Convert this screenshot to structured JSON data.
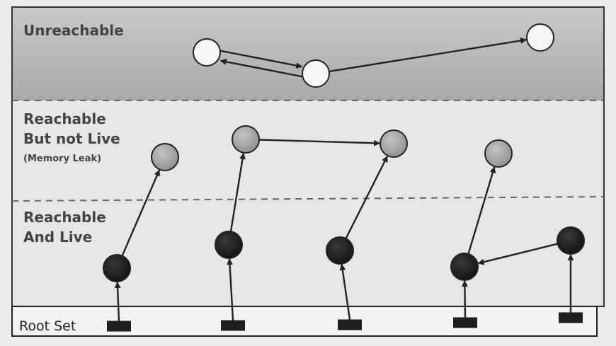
{
  "zones": {
    "unreachable": {
      "label": "Unreachable"
    },
    "reachable_not_live": {
      "line1": "Reachable",
      "line2": "But not Live",
      "note": "(Memory Leak)"
    },
    "reachable_live": {
      "line1": "Reachable",
      "line2": "And Live"
    }
  },
  "root_set": {
    "label": "Root Set"
  },
  "colors": {
    "unreachable_node": "#f7f7f5",
    "leak_node": "#a9a9a7",
    "live_node": "#1c1c1c",
    "root_marker": "#1e1e1e",
    "unreachable_band": "#b9b9b7",
    "reachable_band": "#e6e6e4",
    "divider": "#666666"
  },
  "nodes": [
    {
      "id": "u1",
      "kind": "unreachable"
    },
    {
      "id": "u2",
      "kind": "unreachable"
    },
    {
      "id": "u3",
      "kind": "unreachable"
    },
    {
      "id": "g1",
      "kind": "leak"
    },
    {
      "id": "g2",
      "kind": "leak"
    },
    {
      "id": "g3",
      "kind": "leak"
    },
    {
      "id": "g4",
      "kind": "leak"
    },
    {
      "id": "b1",
      "kind": "live"
    },
    {
      "id": "b2",
      "kind": "live"
    },
    {
      "id": "b3",
      "kind": "live"
    },
    {
      "id": "b4",
      "kind": "live"
    },
    {
      "id": "b5",
      "kind": "live"
    },
    {
      "id": "r1",
      "kind": "root"
    },
    {
      "id": "r2",
      "kind": "root"
    },
    {
      "id": "r3",
      "kind": "root"
    },
    {
      "id": "r4",
      "kind": "root"
    },
    {
      "id": "r5",
      "kind": "root"
    }
  ],
  "edges": [
    {
      "from": "u1",
      "to": "u2"
    },
    {
      "from": "u2",
      "to": "u1"
    },
    {
      "from": "u2",
      "to": "u3"
    },
    {
      "from": "r1",
      "to": "b1"
    },
    {
      "from": "b1",
      "to": "g1"
    },
    {
      "from": "r2",
      "to": "b2"
    },
    {
      "from": "b2",
      "to": "g2"
    },
    {
      "from": "g2",
      "to": "g3"
    },
    {
      "from": "r3",
      "to": "b3"
    },
    {
      "from": "b3",
      "to": "g3"
    },
    {
      "from": "r4",
      "to": "b4"
    },
    {
      "from": "b4",
      "to": "g4"
    },
    {
      "from": "b5",
      "to": "b4"
    },
    {
      "from": "r5",
      "to": "b5"
    }
  ]
}
